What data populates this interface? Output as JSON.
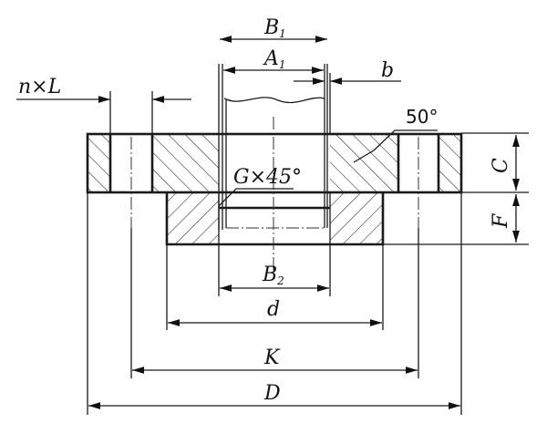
{
  "labels": {
    "B1": "B",
    "B1_sub": "1",
    "A1": "A",
    "A1_sub": "1",
    "b": "b",
    "nxL": "n×L",
    "angle50": "50°",
    "GX45": "G×45°",
    "C": "C",
    "F": "F",
    "B2": "B",
    "B2_sub": "2",
    "d": "d",
    "K": "K",
    "D": "D"
  }
}
